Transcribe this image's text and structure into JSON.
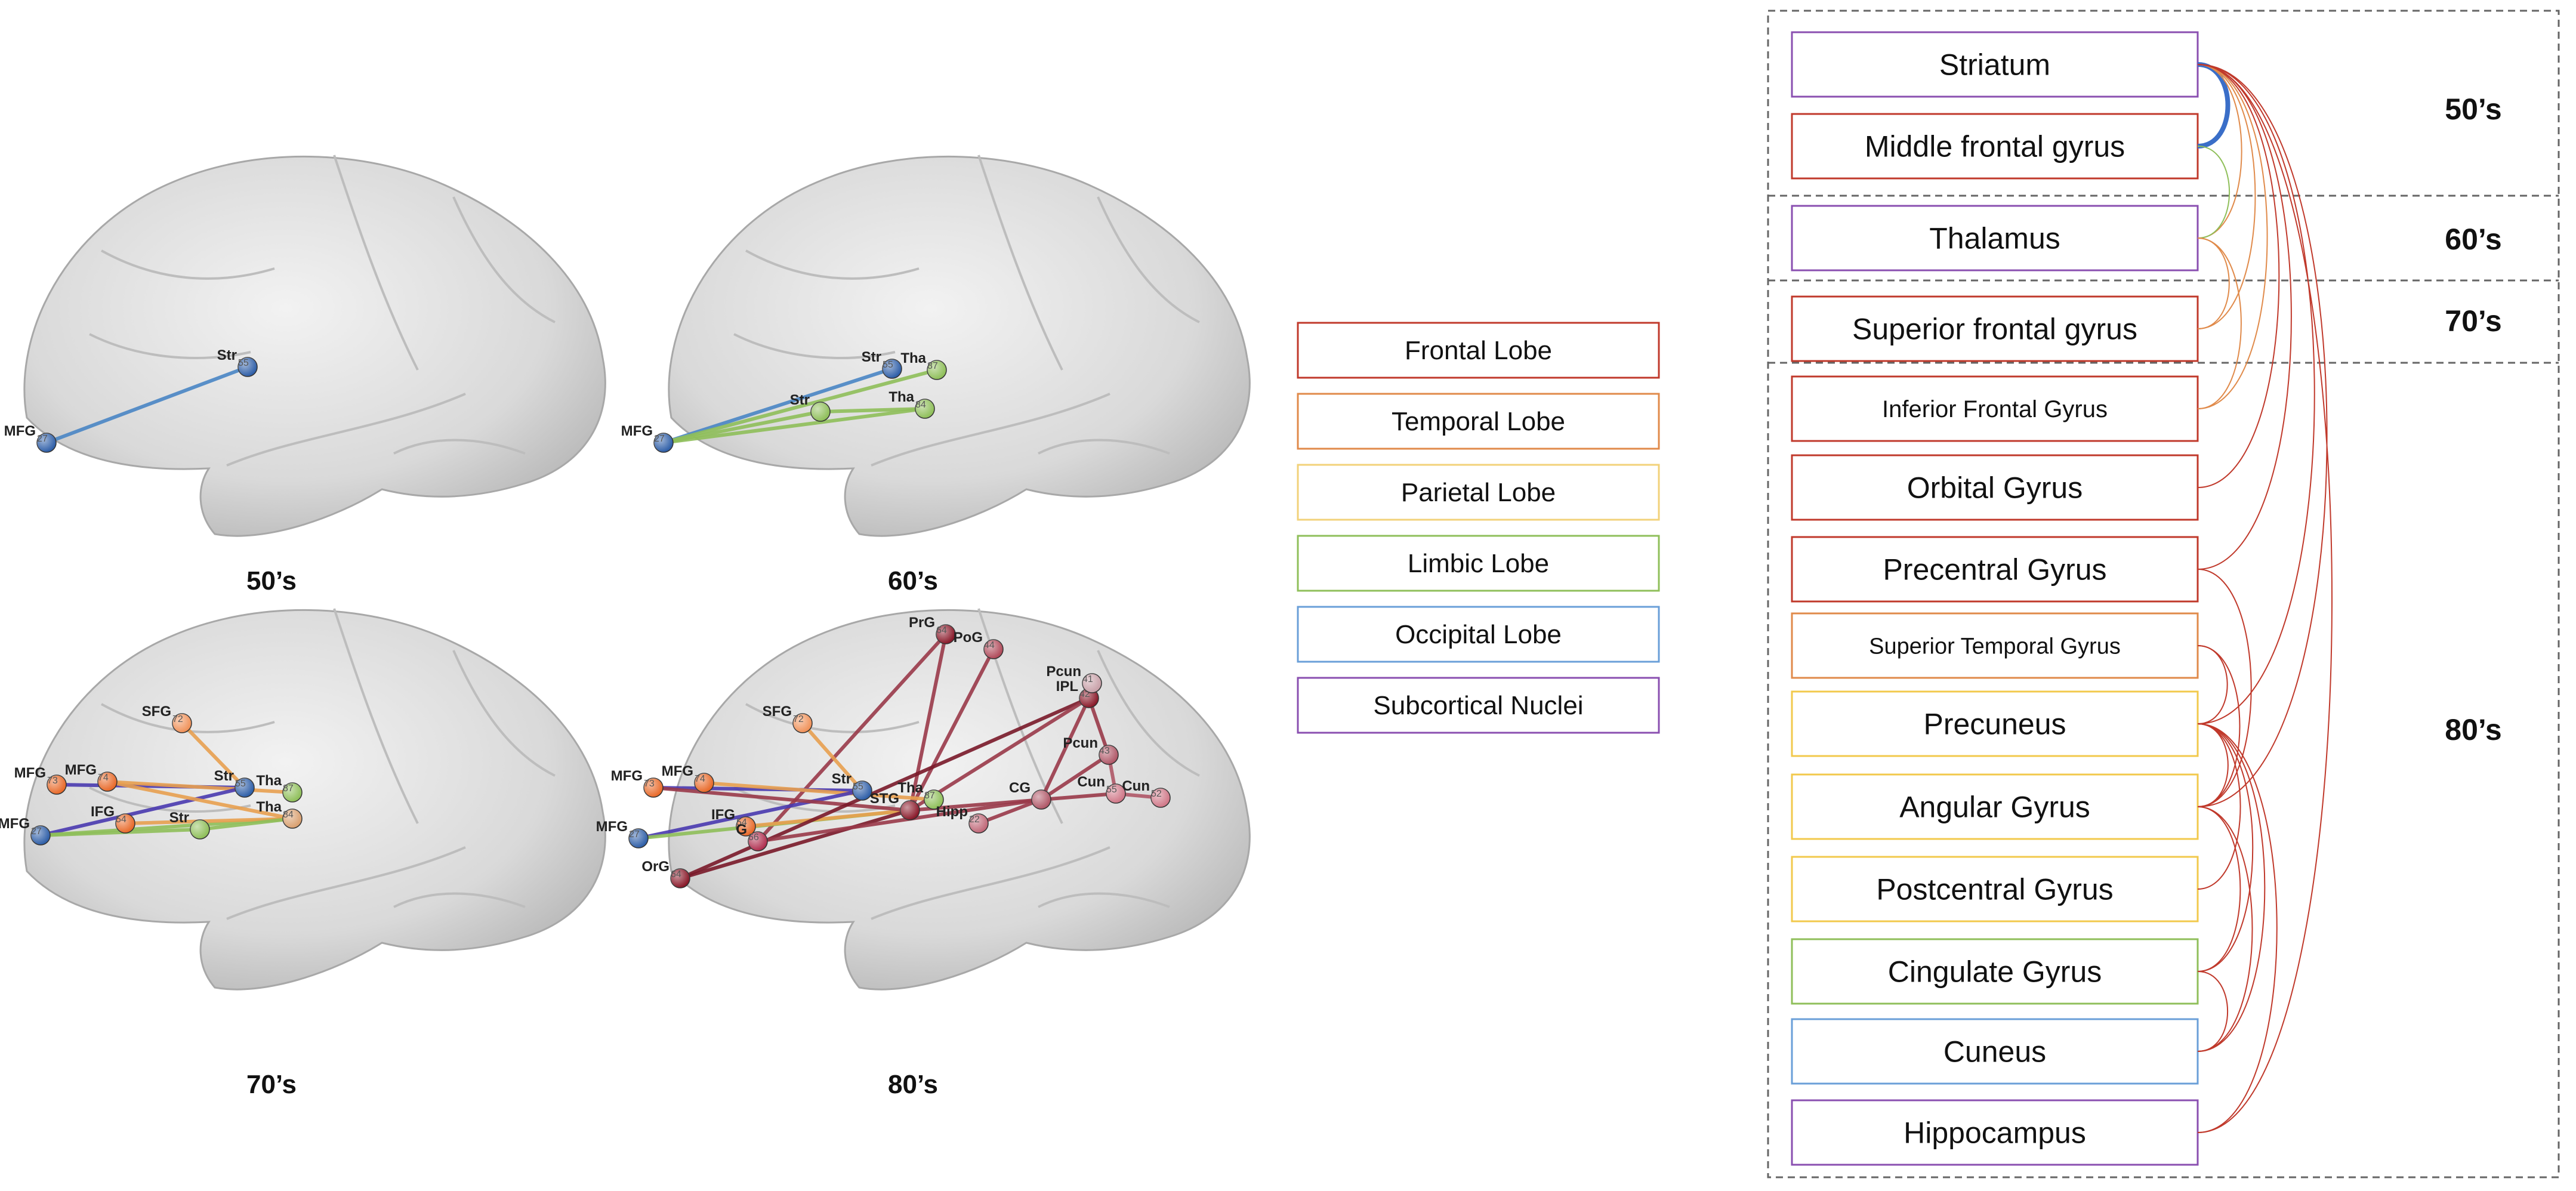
{
  "brains": {
    "panels": [
      {
        "id": "50s",
        "label": "50’s",
        "nodes": [
          {
            "id": "MFG",
            "label": "MFG",
            "idx": "27",
            "color": "#2f5fa8"
          },
          {
            "id": "Str",
            "label": "Str",
            "idx": "55",
            "color": "#2f5fa8"
          }
        ],
        "edges": [
          {
            "from": "MFG",
            "to": "Str",
            "color": "#4a86c5"
          }
        ]
      },
      {
        "id": "60s",
        "label": "60’s",
        "nodes": [
          {
            "id": "MFG",
            "label": "MFG",
            "idx": "27",
            "color": "#2f5fa8"
          },
          {
            "id": "Str",
            "label": "Str",
            "idx": "55",
            "color": "#2f5fa8"
          },
          {
            "id": "Tha",
            "label": "Tha",
            "idx": "87",
            "color": "#8fbf5a"
          },
          {
            "id": "Str2",
            "label": "Str",
            "idx": "",
            "color": "#8fbf5a"
          },
          {
            "id": "Tha2",
            "label": "Tha",
            "idx": "84",
            "color": "#8fbf5a"
          }
        ],
        "edges": [
          {
            "from": "MFG",
            "to": "Str",
            "color": "#4a86c5"
          },
          {
            "from": "MFG",
            "to": "Tha",
            "color": "#8fbf5a"
          },
          {
            "from": "MFG",
            "to": "Str2",
            "color": "#8fbf5a"
          },
          {
            "from": "MFG",
            "to": "Tha2",
            "color": "#8fbf5a"
          },
          {
            "from": "Str2",
            "to": "Tha2",
            "color": "#8fbf5a"
          }
        ]
      },
      {
        "id": "70s",
        "label": "70’s",
        "nodes": [
          {
            "id": "SFG",
            "label": "SFG",
            "idx": "72",
            "color": "#f0925a"
          },
          {
            "id": "MFG73",
            "label": "MFG",
            "idx": "73",
            "color": "#e86a2a"
          },
          {
            "id": "MFG74",
            "label": "MFG",
            "idx": "74",
            "color": "#e86a2a"
          },
          {
            "id": "MFG27",
            "label": "MFG",
            "idx": "27",
            "color": "#2f5fa8"
          },
          {
            "id": "IFG",
            "label": "IFG",
            "idx": "54",
            "color": "#e86a2a"
          },
          {
            "id": "Str",
            "label": "Str",
            "idx": "55",
            "color": "#2f5fa8"
          },
          {
            "id": "Tha",
            "label": "Tha",
            "idx": "87",
            "color": "#8fbf5a"
          },
          {
            "id": "Str2",
            "label": "Str",
            "idx": "",
            "color": "#8fbf5a"
          },
          {
            "id": "Tha2",
            "label": "Tha",
            "idx": "84",
            "color": "#d9a070"
          }
        ],
        "edges": [
          {
            "from": "SFG",
            "to": "Str",
            "color": "#e8a050"
          },
          {
            "from": "MFG73",
            "to": "Str",
            "color": "#4a3ab0"
          },
          {
            "from": "MFG74",
            "to": "Tha",
            "color": "#e8a050"
          },
          {
            "from": "MFG27",
            "to": "Str",
            "color": "#4a3ab0"
          },
          {
            "from": "MFG27",
            "to": "Tha2",
            "color": "#8fbf5a"
          },
          {
            "from": "MFG27",
            "to": "Str2",
            "color": "#8fbf5a"
          },
          {
            "from": "IFG",
            "to": "Tha2",
            "color": "#e8a050"
          },
          {
            "from": "MFG74",
            "to": "Tha2",
            "color": "#e8a050"
          },
          {
            "from": "Str2",
            "to": "Tha2",
            "color": "#8fbf5a"
          }
        ]
      },
      {
        "id": "80s",
        "label": "80’s",
        "nodes": [
          {
            "id": "PrG",
            "label": "PrG",
            "idx": "64",
            "color": "#8a1a2a"
          },
          {
            "id": "PoG",
            "label": "PoG",
            "idx": "44",
            "color": "#b04a5a"
          },
          {
            "id": "SFG",
            "label": "SFG",
            "idx": "72",
            "color": "#f0925a"
          },
          {
            "id": "MFG73",
            "label": "MFG",
            "idx": "73",
            "color": "#e86a2a"
          },
          {
            "id": "MFG74",
            "label": "MFG",
            "idx": "74",
            "color": "#e86a2a"
          },
          {
            "id": "MFG27",
            "label": "MFG",
            "idx": "27",
            "color": "#2f5fa8"
          },
          {
            "id": "IFG",
            "label": "IFG",
            "idx": "54",
            "color": "#e86a2a"
          },
          {
            "id": "OrG",
            "label": "OrG",
            "idx": "64",
            "color": "#8a1a2a"
          },
          {
            "id": "G",
            "label": "G",
            "idx": "66",
            "color": "#b03050"
          },
          {
            "id": "Str",
            "label": "Str",
            "idx": "55",
            "color": "#2f5fa8"
          },
          {
            "id": "Tha",
            "label": "Tha",
            "idx": "87",
            "color": "#8fbf5a"
          },
          {
            "id": "STG",
            "label": "STG",
            "idx": "",
            "color": "#8a1a2a"
          },
          {
            "id": "IPL",
            "label": "IPL",
            "idx": "42",
            "color": "#8a1a2a"
          },
          {
            "id": "Pcun41",
            "label": "Pcun",
            "idx": "41",
            "color": "#c8a0a8"
          },
          {
            "id": "Pcun43",
            "label": "Pcun",
            "idx": "43",
            "color": "#b05868"
          },
          {
            "id": "CG",
            "label": "CG",
            "idx": "",
            "color": "#b05868"
          },
          {
            "id": "Cun55",
            "label": "Cun",
            "idx": "55",
            "color": "#d07888"
          },
          {
            "id": "Cun52",
            "label": "Cun",
            "idx": "52",
            "color": "#d07888"
          },
          {
            "id": "Hipp",
            "label": "Hipp",
            "idx": "22",
            "color": "#c06878"
          }
        ],
        "edges": [
          {
            "from": "STG",
            "to": "PrG",
            "color": "#9a3a4a"
          },
          {
            "from": "STG",
            "to": "PoG",
            "color": "#9a3a4a"
          },
          {
            "from": "G",
            "to": "PrG",
            "color": "#9a3a4a"
          },
          {
            "from": "SFG",
            "to": "Str",
            "color": "#e8a050"
          },
          {
            "from": "MFG73",
            "to": "Str",
            "color": "#4a3ab0"
          },
          {
            "from": "MFG74",
            "to": "Tha",
            "color": "#e8a050"
          },
          {
            "from": "MFG27",
            "to": "Str",
            "color": "#4a3ab0"
          },
          {
            "from": "MFG27",
            "to": "STG",
            "color": "#8fbf5a"
          },
          {
            "from": "IFG",
            "to": "STG",
            "color": "#e8a050"
          },
          {
            "from": "MFG73",
            "to": "STG",
            "color": "#9a3a4a"
          },
          {
            "from": "OrG",
            "to": "STG",
            "color": "#7a1a2a"
          },
          {
            "from": "OrG",
            "to": "IPL",
            "color": "#7a1a2a"
          },
          {
            "from": "STG",
            "to": "IPL",
            "color": "#9a3a4a"
          },
          {
            "from": "IPL",
            "to": "Pcun43",
            "color": "#9a3a4a"
          },
          {
            "from": "IPL",
            "to": "CG",
            "color": "#9a3a4a"
          },
          {
            "from": "Pcun43",
            "to": "CG",
            "color": "#9a3a4a"
          },
          {
            "from": "Pcun43",
            "to": "Cun55",
            "color": "#b05868"
          },
          {
            "from": "Cun55",
            "to": "Cun52",
            "color": "#b05868"
          },
          {
            "from": "CG",
            "to": "Hipp",
            "color": "#9a3a4a"
          },
          {
            "from": "G",
            "to": "CG",
            "color": "#9a3a4a"
          },
          {
            "from": "STG",
            "to": "Cun55",
            "color": "#9a3a4a"
          }
        ]
      }
    ]
  },
  "legend": {
    "items": [
      {
        "label": "Frontal Lobe",
        "color": "#c0392b"
      },
      {
        "label": "Temporal Lobe",
        "color": "#e08a4a"
      },
      {
        "label": "Parietal Lobe",
        "color": "#f2d27a"
      },
      {
        "label": "Limbic Lobe",
        "color": "#8fbf5a"
      },
      {
        "label": "Occipital Lobe",
        "color": "#6a9fd8"
      },
      {
        "label": "Subcortical Nuclei",
        "color": "#8a4fb0"
      }
    ]
  },
  "network": {
    "groups": [
      {
        "label": "50’s"
      },
      {
        "label": "60’s"
      },
      {
        "label": "70’s"
      },
      {
        "label": "80’s"
      }
    ],
    "regions": [
      {
        "id": "striatum",
        "label": "Striatum",
        "color": "#8a4fb0",
        "group": 0
      },
      {
        "id": "mfg",
        "label": "Middle frontal gyrus",
        "color": "#c0392b",
        "group": 0
      },
      {
        "id": "thalamus",
        "label": "Thalamus",
        "color": "#8a4fb0",
        "group": 1
      },
      {
        "id": "sfg",
        "label": "Superior frontal gyrus",
        "color": "#c0392b",
        "group": 2
      },
      {
        "id": "ifg",
        "label": "Inferior Frontal Gyrus",
        "color": "#c0392b",
        "group": 3
      },
      {
        "id": "org",
        "label": "Orbital Gyrus",
        "color": "#c0392b",
        "group": 3
      },
      {
        "id": "prg",
        "label": "Precentral Gyrus",
        "color": "#c0392b",
        "group": 3
      },
      {
        "id": "stg",
        "label": "Superior Temporal Gyrus",
        "color": "#e08a4a",
        "group": 3
      },
      {
        "id": "pcun",
        "label": "Precuneus",
        "color": "#f2c94c",
        "group": 3
      },
      {
        "id": "ang",
        "label": "Angular Gyrus",
        "color": "#f2c94c",
        "group": 3
      },
      {
        "id": "pog",
        "label": "Postcentral Gyrus",
        "color": "#f2c94c",
        "group": 3
      },
      {
        "id": "cg",
        "label": "Cingulate Gyrus",
        "color": "#8fbf5a",
        "group": 3
      },
      {
        "id": "cun",
        "label": "Cuneus",
        "color": "#6a9fd8",
        "group": 3
      },
      {
        "id": "hipp",
        "label": "Hippocampus",
        "color": "#8a4fb0",
        "group": 3
      }
    ],
    "arcs": [
      {
        "from": "striatum",
        "to": "mfg",
        "color": "#3a6ec8",
        "width": 8
      },
      {
        "from": "striatum",
        "to": "thalamus",
        "color": "#e08a4a",
        "width": 2
      },
      {
        "from": "mfg",
        "to": "thalamus",
        "color": "#8fbf5a",
        "width": 2
      },
      {
        "from": "striatum",
        "to": "sfg",
        "color": "#e08a4a",
        "width": 2
      },
      {
        "from": "thalamus",
        "to": "sfg",
        "color": "#e08a4a",
        "width": 2
      },
      {
        "from": "striatum",
        "to": "ifg",
        "color": "#e08a4a",
        "width": 2
      },
      {
        "from": "thalamus",
        "to": "ifg",
        "color": "#e08a4a",
        "width": 2
      },
      {
        "from": "striatum",
        "to": "org",
        "color": "#c0392b",
        "width": 2
      },
      {
        "from": "striatum",
        "to": "prg",
        "color": "#c0392b",
        "width": 2
      },
      {
        "from": "striatum",
        "to": "pcun",
        "color": "#c0392b",
        "width": 2
      },
      {
        "from": "striatum",
        "to": "ang",
        "color": "#c0392b",
        "width": 2
      },
      {
        "from": "striatum",
        "to": "hipp",
        "color": "#c0392b",
        "width": 2
      },
      {
        "from": "prg",
        "to": "ang",
        "color": "#c0392b",
        "width": 2
      },
      {
        "from": "stg",
        "to": "pcun",
        "color": "#c0392b",
        "width": 2
      },
      {
        "from": "stg",
        "to": "ang",
        "color": "#c0392b",
        "width": 2
      },
      {
        "from": "pcun",
        "to": "ang",
        "color": "#c0392b",
        "width": 2
      },
      {
        "from": "pcun",
        "to": "pog",
        "color": "#c0392b",
        "width": 2
      },
      {
        "from": "pcun",
        "to": "cg",
        "color": "#c0392b",
        "width": 2
      },
      {
        "from": "pcun",
        "to": "cun",
        "color": "#c0392b",
        "width": 2
      },
      {
        "from": "pcun",
        "to": "hipp",
        "color": "#c0392b",
        "width": 2
      },
      {
        "from": "ang",
        "to": "cg",
        "color": "#c0392b",
        "width": 2
      },
      {
        "from": "cg",
        "to": "cun",
        "color": "#c0392b",
        "width": 2
      },
      {
        "from": "ang",
        "to": "cun",
        "color": "#c0392b",
        "width": 2
      }
    ]
  }
}
